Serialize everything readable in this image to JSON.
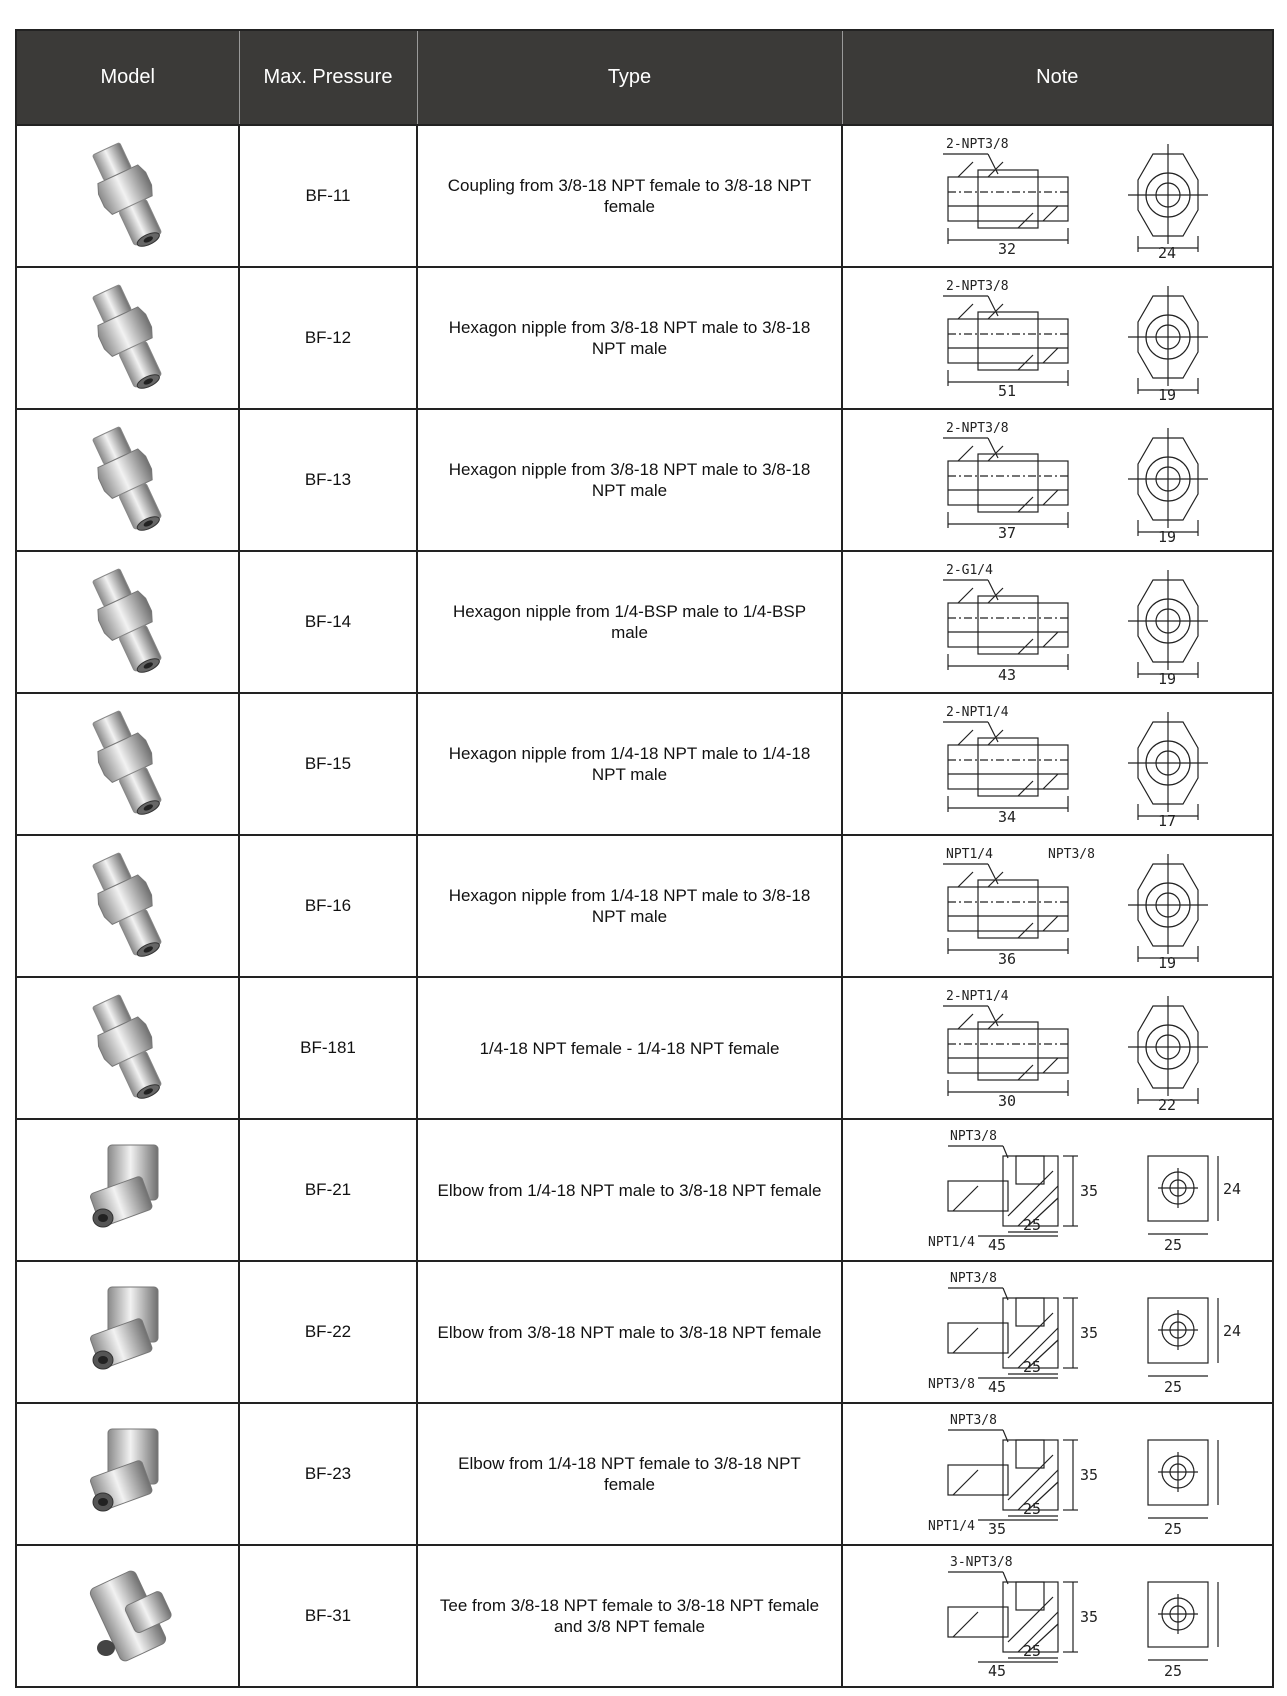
{
  "table": {
    "headers": [
      "Model",
      "Max. Pressure",
      "Type",
      "Note"
    ],
    "rows": [
      {
        "model": "BF-11",
        "type": "Coupling from 3/8-18 NPT female to 3/8-18 NPT female",
        "note": {
          "callouts": [
            "2-NPT3/8"
          ],
          "dims": [
            "32",
            "24"
          ]
        }
      },
      {
        "model": "BF-12",
        "type": "Hexagon nipple from 3/8-18 NPT male to 3/8-18 NPT male",
        "note": {
          "callouts": [
            "2-NPT3/8"
          ],
          "dims": [
            "51",
            "19"
          ]
        }
      },
      {
        "model": "BF-13",
        "type": "Hexagon nipple from 3/8-18 NPT male to 3/8-18 NPT male",
        "note": {
          "callouts": [
            "2-NPT3/8"
          ],
          "dims": [
            "37",
            "19"
          ]
        }
      },
      {
        "model": "BF-14",
        "type": "Hexagon nipple from 1/4-BSP male to 1/4-BSP male",
        "note": {
          "callouts": [
            "2-G1/4"
          ],
          "dims": [
            "43",
            "19"
          ]
        }
      },
      {
        "model": "BF-15",
        "type": "Hexagon nipple from 1/4-18 NPT male to 1/4-18 NPT male",
        "note": {
          "callouts": [
            "2-NPT1/4"
          ],
          "dims": [
            "34",
            "17"
          ]
        }
      },
      {
        "model": "BF-16",
        "type": "Hexagon nipple from 1/4-18 NPT male to 3/8-18 NPT male",
        "note": {
          "callouts": [
            "NPT1/4",
            "NPT3/8"
          ],
          "dims": [
            "36",
            "19"
          ]
        }
      },
      {
        "model": "BF-181",
        "type": "1/4-18 NPT female - 1/4-18 NPT female",
        "note": {
          "callouts": [
            "2-NPT1/4"
          ],
          "dims": [
            "30",
            "22"
          ]
        }
      },
      {
        "model": "BF-21",
        "type": "Elbow from 1/4-18 NPT male to 3/8-18 NPT female",
        "note": {
          "callouts": [
            "NPT3/8",
            "NPT1/4"
          ],
          "dims": [
            "35",
            "45",
            "25",
            "24",
            "25"
          ]
        }
      },
      {
        "model": "BF-22",
        "type": "Elbow from 3/8-18 NPT male to 3/8-18 NPT female",
        "note": {
          "callouts": [
            "NPT3/8",
            "NPT3/8"
          ],
          "dims": [
            "35",
            "45",
            "25",
            "24",
            "25"
          ]
        }
      },
      {
        "model": "BF-23",
        "type": "Elbow from 1/4-18 NPT female to 3/8-18 NPT female",
        "note": {
          "callouts": [
            "NPT3/8",
            "NPT1/4"
          ],
          "dims": [
            "35",
            "35",
            "25",
            "25"
          ]
        }
      },
      {
        "model": "BF-31",
        "type": "Tee from 3/8-18 NPT female to 3/8-18 NPT female and 3/8 NPT female",
        "note": {
          "callouts": [
            "3-NPT3/8"
          ],
          "dims": [
            "35",
            "45",
            "25",
            "25"
          ]
        }
      }
    ]
  },
  "colors": {
    "header_bg": "#3b3a38",
    "header_text": "#ffffff",
    "border": "#222222"
  },
  "icons": [
    "fitting-photo",
    "technical-drawing"
  ]
}
